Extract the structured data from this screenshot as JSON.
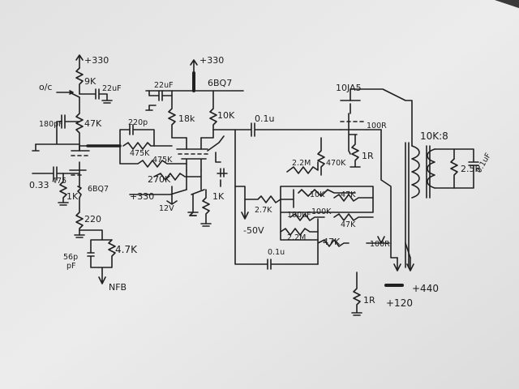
{
  "labels": {
    "b_plus_330_top": "+330",
    "b_plus_330_mid": "+330",
    "b_plus_330_low": "+330",
    "r_9k": "9K",
    "c_22uf_a": "22uF",
    "input": "o/c",
    "c_180pf": "180pF",
    "r_47k_a": "47K",
    "c_0_33": "0.33",
    "r_475": "475",
    "r_1k_a": "1K",
    "tube_6bq7_a": "6BQ7",
    "tube_6bq7_b": "6BQ7",
    "r_220": "220",
    "c_56pf": "56p",
    "c_56pf_unit": "pF",
    "r_4_7k": "4.7K",
    "nfb": "NFB",
    "c_220p": "220p",
    "r_475k_a": "475K",
    "r_475k_b": "475K",
    "c_22uf_b": "22uF",
    "r_18k": "18k",
    "r_10k_a": "10K",
    "c_0_1_a": "0.1u",
    "r_270k": "270K",
    "d_12v": "12V",
    "r_1k_b": "1K",
    "tube_10ja5": "10JA5",
    "r_100r_a": "100R",
    "r_1r_a": "1R",
    "r_2_2m_a": "2.2M",
    "r_470k": "470K",
    "r_10k_b": "10K",
    "r_47k_b": "47K",
    "r_2_7k": "2.7K",
    "c_100uf": "100uF",
    "r_100k": "100K",
    "r_47k_c": "47K",
    "bias": "-50V",
    "r_2_2m_b": "2.2M",
    "c_0_1_b": "0.1u",
    "r_47k_d": "47K",
    "r_100r_b": "100R",
    "r_1r_b": "1R",
    "plus_120": "+120",
    "plus_440": "+440",
    "xfmr": "10K:8",
    "r_2_5r": "2.5R",
    "c_0_1uf": "0.1uF"
  },
  "colors": {
    "paper": "#e9e9e9",
    "ink": "#202020",
    "surround": "#3a3a3a"
  }
}
